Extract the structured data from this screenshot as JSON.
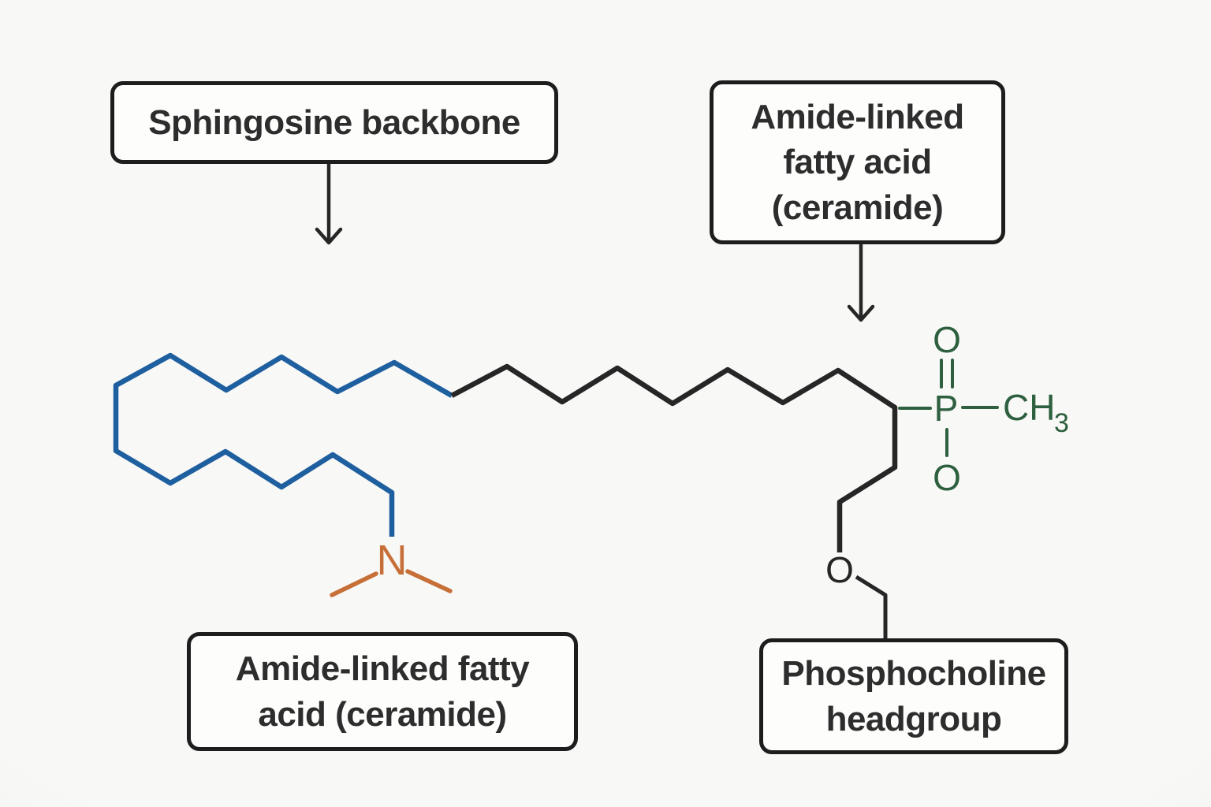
{
  "figure": {
    "labels": {
      "sphingosine": "Sphingosine backbone",
      "amide_top": {
        "line1": "Amide-linked",
        "line2": "fatty acid",
        "line3": "(ceramide)"
      },
      "amide_bottom": {
        "line1": "Amide-linked fatty",
        "line2": "acid (ceramide)"
      },
      "phosphocholine": {
        "line1": "Phosphocholine",
        "line2": "headgroup"
      }
    },
    "atoms": {
      "oxygen_top": "O",
      "oxygen_bottom": "O",
      "oxygen_ether": "O",
      "phosphorus": "P",
      "methyl_ch": "CH",
      "methyl_subscript": "3",
      "nitrogen": "N"
    },
    "colors": {
      "chain_blue": "#1e5f9f",
      "chain_black": "#262626",
      "amine_orange": "#c76f38",
      "phosphonate_green": "#2e603f",
      "background": "#f8f8f6",
      "box_border": "#1d1d1d",
      "label_text": "#2d2d2d"
    }
  }
}
